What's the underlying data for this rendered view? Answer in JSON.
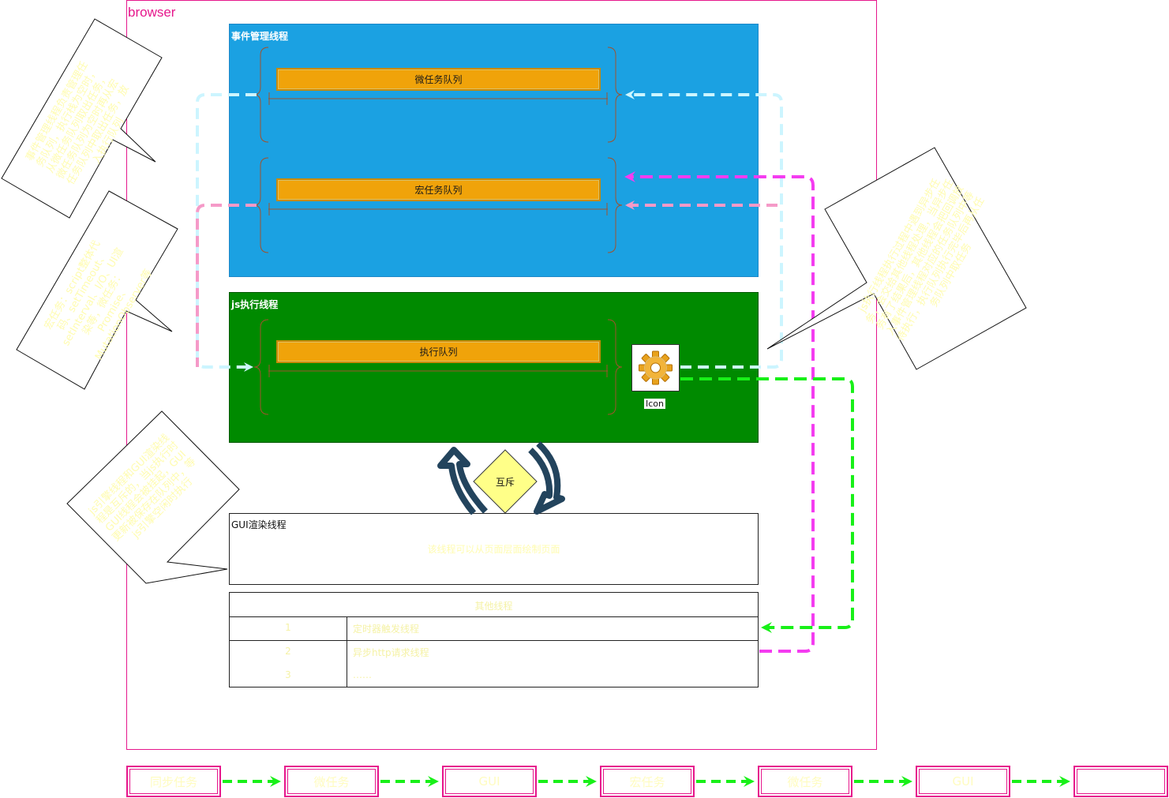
{
  "browser": {
    "label": "browser"
  },
  "event_thread": {
    "title": "事件管理线程",
    "micro_queue": "微任务队列",
    "macro_queue": "宏任务队列"
  },
  "js_thread": {
    "title": "js执行线程",
    "exec_queue": "执行队列",
    "icon_label": "Icon"
  },
  "mutex": {
    "label": "互斥"
  },
  "gui_thread": {
    "title": "GUI渲染线程",
    "description": "该线程可以从页面层面绘制页面"
  },
  "other_threads": {
    "header": "其他线程",
    "rows": [
      {
        "num": "1",
        "text": "定时器触发线程"
      },
      {
        "num": "2",
        "text": "异步http请求线程"
      },
      {
        "num": "3",
        "text": "……"
      }
    ]
  },
  "flow": [
    "同步任务",
    "微任务",
    "GUI",
    "宏任务",
    "微任务",
    "GUI",
    ""
  ],
  "callouts": {
    "top_left": "事件管理线程负责管理任务队列，执行栈为空时，从微任务队列取出任务，微任务队列为空时再从宏任务队列中取出任务，放入执行队列",
    "mid_left": "宏任务：script整体代码、setTimeout、setInterval、I/O、UI渲染等，微任务：Promise、MutationObserver等",
    "bottom_left": "js引擎线程和GUI渲染线程是互斥的，当js执行时GUI线程会被挂起，GUI更新被保存在队列中，等js引擎空闲时执行",
    "right": "js执行线程执行过程中遇到异步任务，会交给其他线程处理，当异步任务有了结果后，其他线程会把回调放入事件管理线程对应的任务队列中等待执行，执行队列执行完毕后再从任务队列中取任务"
  },
  "colors": {
    "browser_border": "#e6178c",
    "event_thread_bg": "#1ba1e2",
    "js_thread_bg": "#008a00",
    "queue_fill": "#f0a30a",
    "arrow_cyan": "#ccf5ff",
    "arrow_pink": "#f59ac8",
    "arrow_magenta": "#f43cf0",
    "arrow_green": "#18f018",
    "mutex_arrow": "#23445d",
    "mutex_fill": "#ffff88"
  },
  "icons": [
    "gear-icon",
    "mutex-arrow-up-icon",
    "mutex-arrow-down-icon"
  ]
}
